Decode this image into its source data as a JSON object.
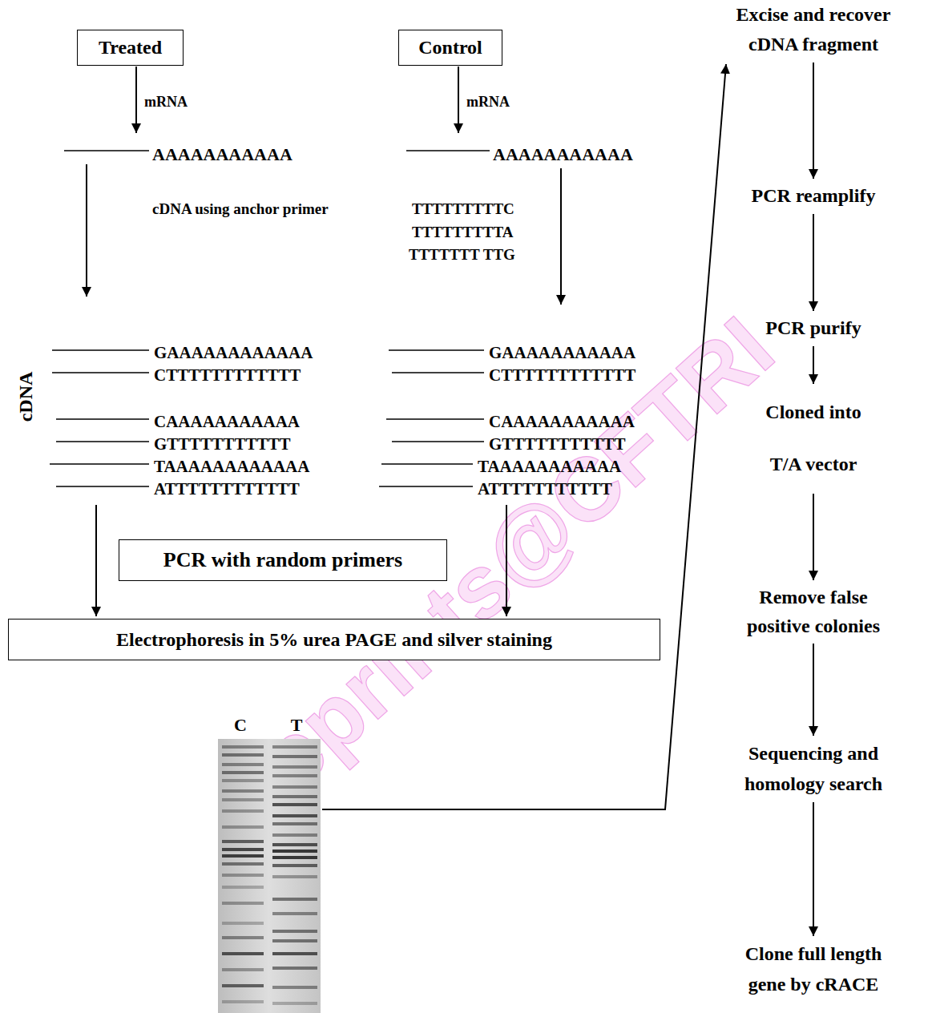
{
  "diagram": {
    "nodes": [
      {
        "text": [
          "Treated"
        ]
      },
      {
        "text": [
          "Control"
        ]
      },
      {
        "text": [
          "PCR with random primers"
        ]
      },
      {
        "text": [
          "Electrophoresis in 5% urea PAGE and silver staining"
        ]
      },
      {
        "text": [
          "Excise and recover cDNA fragment"
        ]
      },
      {
        "text": [
          "PCR reamplify"
        ]
      },
      {
        "text": [
          "PCR purify"
        ]
      },
      {
        "text": [
          "Cloned into T/A vector"
        ]
      },
      {
        "text": [
          "Remove false positive colonies"
        ]
      },
      {
        "text": [
          "Sequencing and homology search"
        ]
      },
      {
        "text": [
          "Clone full length gene by cRACE"
        ]
      }
    ],
    "edges": [
      {
        "from": 4,
        "to": 5,
        "arrow": "to"
      },
      {
        "from": 5,
        "to": 6,
        "arrow": "to"
      },
      {
        "from": 6,
        "to": 7,
        "arrow": "to"
      },
      {
        "from": 7,
        "to": 8,
        "arrow": "to"
      },
      {
        "from": 8,
        "to": 9,
        "arrow": "to"
      },
      {
        "from": 9,
        "to": 10,
        "arrow": "to"
      }
    ],
    "labels": [
      "mRNA",
      "AAAAAAAAAAA",
      "mRNA",
      "AAAAAAAAAAA",
      "cDNA using anchor primer",
      "TTTTTTTTTC",
      "TTTTTTTTTA",
      "TTTTTTT TTG",
      "GAAAAAAAAAAAA",
      "CTTTTTTTTTTTT",
      "CAAAAAAAAAAA",
      "GTTTTTTTTTTT",
      "TAAAAAAAAAAAA",
      "ATTTTTTTTTTTT",
      "GAAAAAAAAAAA",
      "CTTTTTTTTTTTT",
      "CAAAAAAAAAAA",
      "GTTTTTTTTTTT",
      "TAAAAAAAAAAA",
      "ATTTTTTTTTTT",
      "cDNA",
      "C",
      "T",
      "eprints@CFTRI"
    ]
  }
}
